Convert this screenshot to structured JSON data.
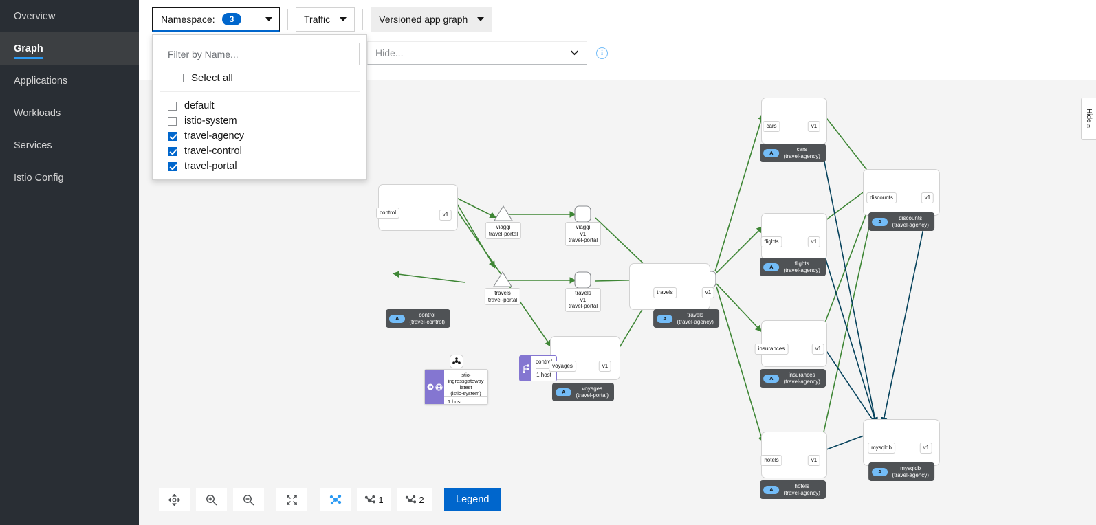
{
  "sidebar": {
    "items": [
      {
        "label": "Overview",
        "active": false
      },
      {
        "label": "Graph",
        "active": true
      },
      {
        "label": "Applications",
        "active": false
      },
      {
        "label": "Workloads",
        "active": false
      },
      {
        "label": "Services",
        "active": false
      },
      {
        "label": "Istio Config",
        "active": false
      }
    ]
  },
  "toolbar": {
    "namespace_label": "Namespace:",
    "namespace_count": "3",
    "traffic_label": "Traffic",
    "graph_type_label": "Versioned app graph",
    "hide_placeholder": "Hide...",
    "info_glyph": "i"
  },
  "namespace_dropdown": {
    "filter_placeholder": "Filter by Name...",
    "select_all_label": "Select all",
    "options": [
      {
        "label": "default",
        "checked": false
      },
      {
        "label": "istio-system",
        "checked": false
      },
      {
        "label": "travel-agency",
        "checked": true
      },
      {
        "label": "travel-control",
        "checked": true
      },
      {
        "label": "travel-portal",
        "checked": true
      }
    ]
  },
  "hide_tab": {
    "label": "Hide",
    "chevron": "»"
  },
  "bottom_toolbar": {
    "buttons": [
      {
        "name": "pan-drag-button",
        "label": ""
      },
      {
        "name": "zoom-in-button",
        "label": ""
      },
      {
        "name": "zoom-out-button",
        "label": ""
      },
      {
        "name": "fit-to-screen-button",
        "label": ""
      },
      {
        "name": "layout-default-button",
        "label": ""
      },
      {
        "name": "layout-1-button",
        "label": "1"
      },
      {
        "name": "layout-2-button",
        "label": "2"
      }
    ],
    "legend_label": "Legend"
  },
  "graph": {
    "ingressgateway": {
      "name": "istio-ingressgateway",
      "version": "latest",
      "namespace": "(istio-system)",
      "hosts": "1 host"
    },
    "control_vs": {
      "name": "control",
      "hosts": "1 host"
    },
    "nodes": [
      {
        "id": "control",
        "service": "control",
        "version": "v1",
        "namespace": "travel-control",
        "badge_letter": "A"
      },
      {
        "id": "viaggi",
        "service": "viaggi",
        "version": "v1",
        "namespace": "travel-portal",
        "badge_letter": "A"
      },
      {
        "id": "travels-p",
        "service": "travels",
        "version": "v1",
        "namespace": "travel-portal",
        "badge_letter": "A"
      },
      {
        "id": "voyages",
        "service": "voyages",
        "version": "v1",
        "namespace": "travel-portal",
        "badge_letter": "A"
      },
      {
        "id": "travels-a",
        "service": "travels",
        "version": "v1",
        "namespace": "travel-agency",
        "badge_letter": "A"
      },
      {
        "id": "cars",
        "service": "cars",
        "version": "v1",
        "namespace": "travel-agency",
        "badge_letter": "A"
      },
      {
        "id": "discounts",
        "service": "discounts",
        "version": "v1",
        "namespace": "travel-agency",
        "badge_letter": "A"
      },
      {
        "id": "flights",
        "service": "flights",
        "version": "v1",
        "namespace": "travel-agency",
        "badge_letter": "A"
      },
      {
        "id": "insurances",
        "service": "insurances",
        "version": "v1",
        "namespace": "travel-agency",
        "badge_letter": "A"
      },
      {
        "id": "hotels",
        "service": "hotels",
        "version": "v1",
        "namespace": "travel-agency",
        "badge_letter": "A"
      },
      {
        "id": "mysqldb",
        "service": "mysqldb",
        "version": "v1",
        "namespace": "travel-agency",
        "badge_letter": "A"
      }
    ]
  },
  "colors": {
    "accent_blue": "#0066cc",
    "sidebar_bg": "#292e34",
    "canvas_bg": "#f4f4f4",
    "http_edge": "#3e8635",
    "tcp_edge": "#06425c",
    "badge_bg": "#4f5255",
    "badge_pill": "#73bcf7",
    "istio_purple": "#8476d1"
  }
}
